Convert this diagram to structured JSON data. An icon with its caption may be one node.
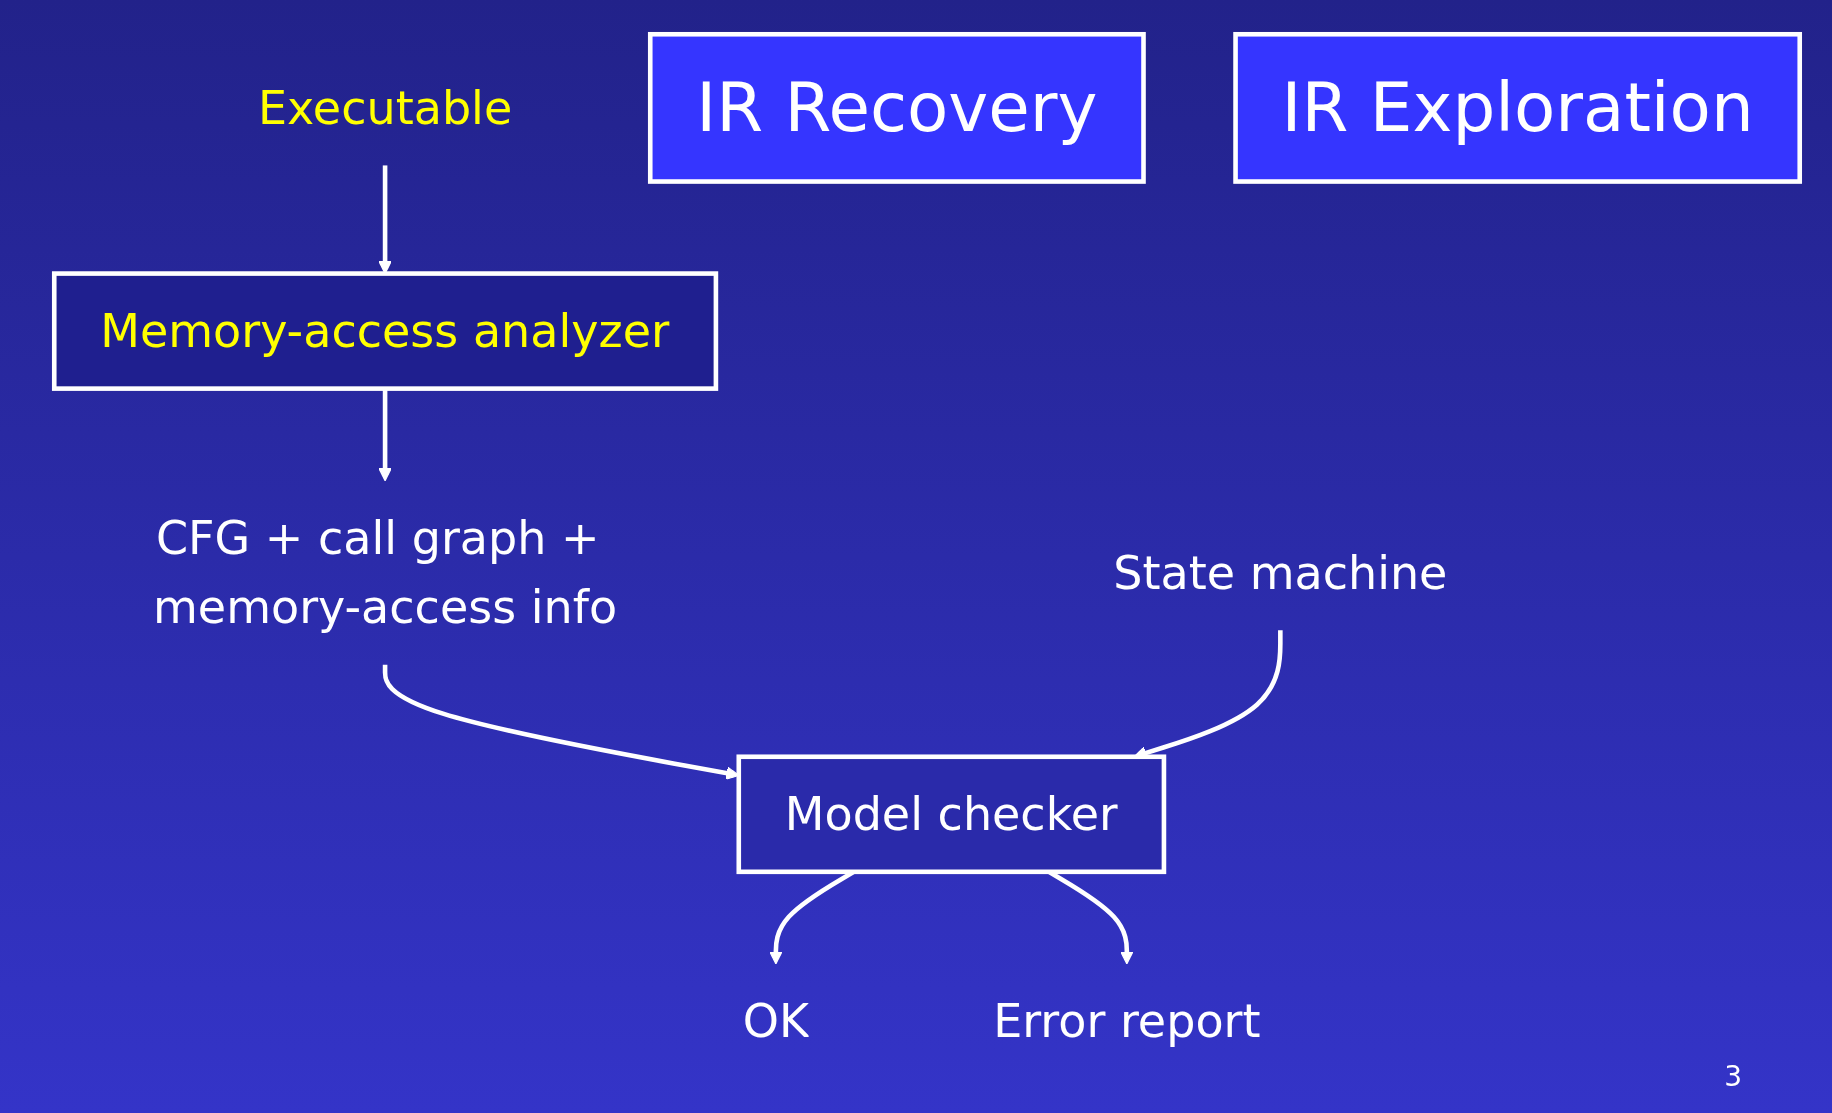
{
  "diagram": {
    "nodes": [
      {
        "text": [
          "Executable"
        ]
      },
      {
        "text": [
          "Memory-access analyzer"
        ]
      },
      {
        "text": [
          "CFG + call graph + memory-access info"
        ]
      },
      {
        "text": [
          "IR Recovery"
        ]
      },
      {
        "text": [
          "State machine"
        ]
      },
      {
        "text": [
          "Model checker"
        ]
      },
      {
        "text": [
          "IR Exploration"
        ]
      },
      {
        "text": [
          "OK"
        ]
      },
      {
        "text": [
          "Error report"
        ]
      }
    ],
    "edges": [
      {
        "from": 0,
        "to": 1,
        "arrow": "to"
      },
      {
        "from": 1,
        "to": 2,
        "arrow": "to"
      },
      {
        "from": 2,
        "to": 5,
        "arrow": "to"
      },
      {
        "from": 4,
        "to": 5,
        "arrow": "to"
      },
      {
        "from": 5,
        "to": 7,
        "arrow": "to"
      },
      {
        "from": 5,
        "to": 8,
        "arrow": "to"
      }
    ],
    "labels": [
      "3"
    ]
  }
}
